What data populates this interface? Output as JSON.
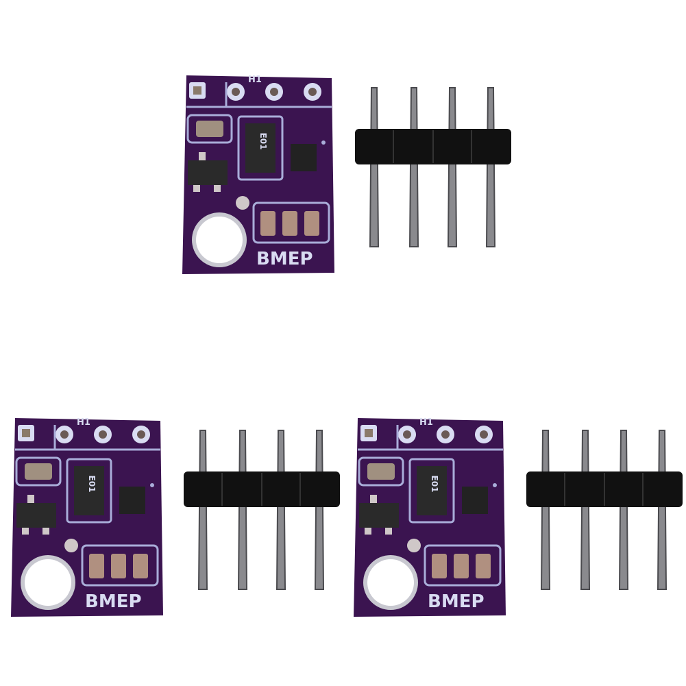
{
  "scene": {
    "background": "#ffffff",
    "board_color": "#3b1450",
    "silkscreen_color": "#d9dcf2",
    "modules": [
      {
        "label": "BMEP",
        "header_label": "H1",
        "chip_marking": [
          "E",
          "0",
          "1"
        ]
      },
      {
        "label": "BMEP",
        "header_label": "H1",
        "chip_marking": [
          "E",
          "0",
          "1"
        ]
      },
      {
        "label": "BMEP",
        "header_label": "H1",
        "chip_marking": [
          "E",
          "0",
          "1"
        ]
      }
    ]
  }
}
